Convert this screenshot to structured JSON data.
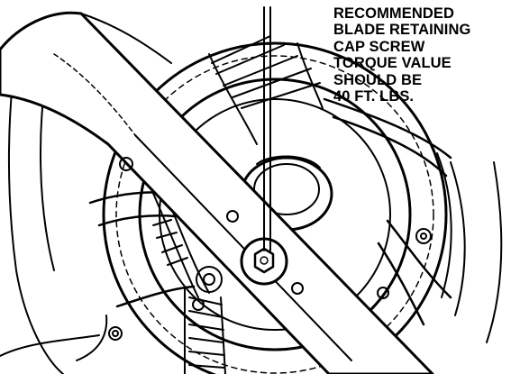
{
  "callout": {
    "lines": [
      "RECOMMENDED",
      "BLADE RETAINING",
      "CAP SCREW",
      "TORQUE VALUE",
      "SHOULD BE",
      "40 FT. LBS."
    ]
  },
  "colors": {
    "ink": "#000000",
    "paper": "#ffffff"
  }
}
